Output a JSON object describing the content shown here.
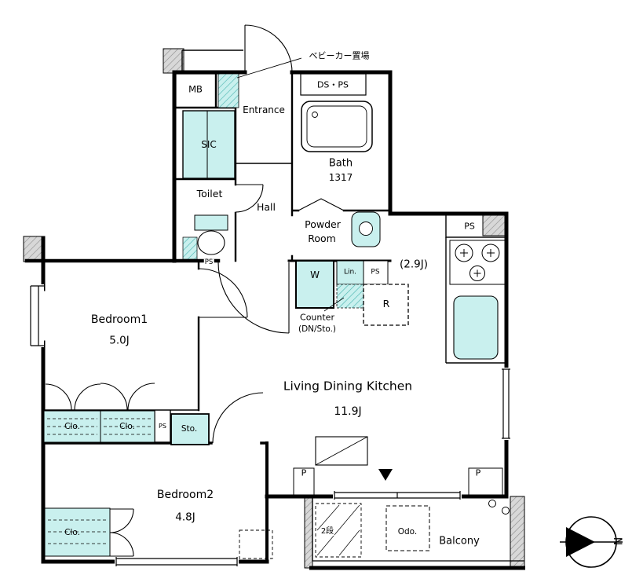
{
  "rooms": {
    "bedroom1": {
      "name": "Bedroom1",
      "size": "5.0J"
    },
    "bedroom2": {
      "name": "Bedroom2",
      "size": "4.8J"
    },
    "living_dining_kitchen": {
      "name": "Living Dining Kitchen",
      "size": "11.9J"
    },
    "kitchen": {
      "size": "(2.9J)"
    },
    "bath": {
      "name": "Bath",
      "size": "1317"
    },
    "powder_room": {
      "name_line1": "Powder",
      "name_line2": "Room"
    },
    "toilet": {
      "name": "Toilet"
    },
    "hall": {
      "name": "Hall"
    },
    "entrance": {
      "name": "Entrance"
    },
    "sic": {
      "name": "SIC"
    },
    "balcony": {
      "name": "Balcony"
    }
  },
  "storage": {
    "closet_abbr": "Clo.",
    "storage_abbr": "Sto.",
    "linen_abbr": "Lin."
  },
  "utility": {
    "meter_box": "MB",
    "duct_pipe_space": "DS・PS",
    "pipe_space": "PS",
    "washer": "W",
    "refrigerator": "R",
    "counter_line1": "Counter",
    "counter_line2": "(DN/Sto.)",
    "outdoor_unit": "Odo.",
    "two_tier": "2段",
    "pillar": "P",
    "stroller_area": "ベビーカー置場"
  },
  "compass": {
    "north": "N"
  },
  "colors": {
    "background": "#ffffff",
    "wall": "#000000",
    "fixture_fill": "#c9f0ee",
    "fixture_hatch_line": "#46b3ae",
    "hatch_fill": "#d8d8d8",
    "hatch_line": "#8a8a8a"
  }
}
